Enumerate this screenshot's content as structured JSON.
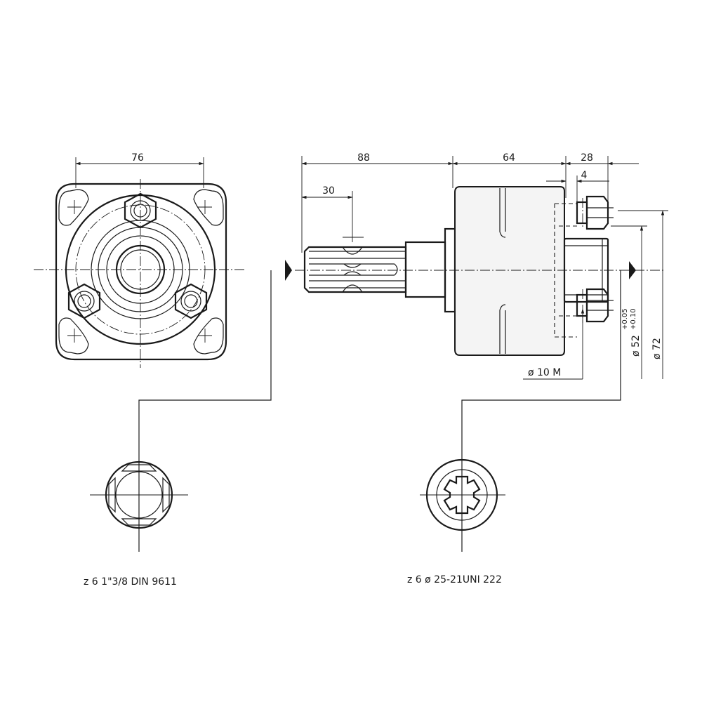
{
  "front_view": {
    "dim_width": "76"
  },
  "side_view": {
    "dim_total_shaft": "88",
    "dim_spline_length": "30",
    "dim_body": "64",
    "dim_flange_end": "28",
    "dim_pilot": "4",
    "dim_bolt": "ø 10 M",
    "dim_pilot_diameter": "ø 52",
    "tol_upper": "+0.05",
    "tol_lower": "+0.10",
    "dim_outer_diameter": "ø 72"
  },
  "sections": {
    "left_label": "z 6  1\"3/8 DIN 9611",
    "right_label": "z 6 ø 25-21UNI 222"
  }
}
